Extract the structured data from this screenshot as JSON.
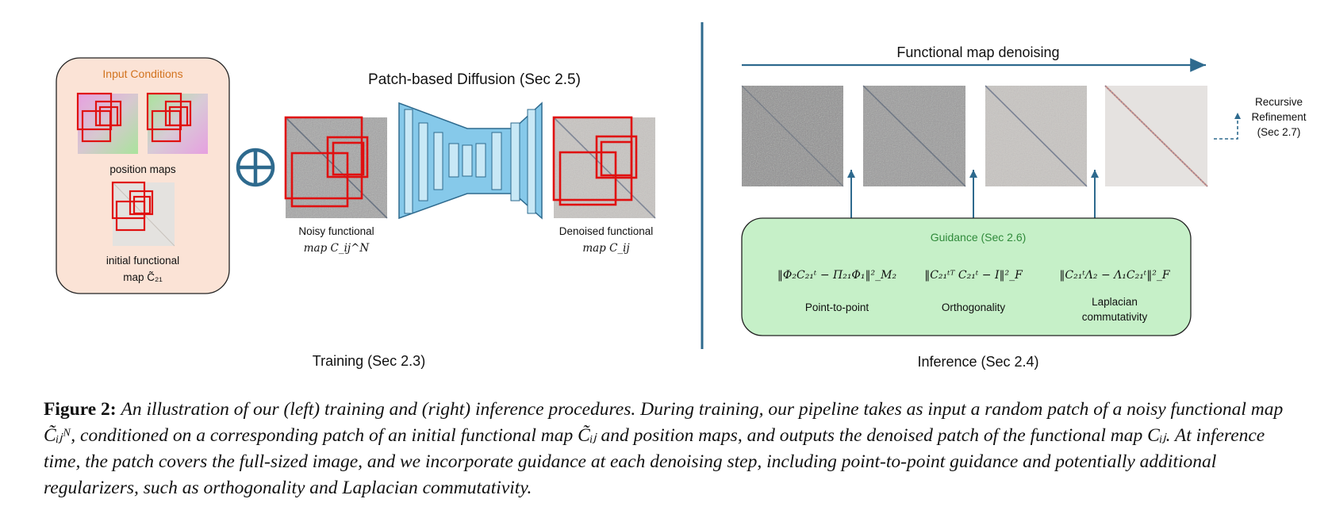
{
  "left_panel": {
    "input_box_title": "Input Conditions",
    "position_maps_label": "position maps",
    "initial_map_label_line1": "initial functional",
    "initial_map_label_line2": "map C̃₂₁",
    "diffusion_title": "Patch-based Diffusion (Sec 2.5)",
    "noisy_label_line1": "Noisy functional",
    "noisy_label_line2": "map C_ij^N",
    "denoised_label_line1": "Denoised functional",
    "denoised_label_line2": "map C_ij",
    "section_label": "Training (Sec 2.3)"
  },
  "right_panel": {
    "arrow_title": "Functional map denoising",
    "recursive_line1": "Recursive",
    "recursive_line2": "Refinement",
    "recursive_line3": "(Sec 2.7)",
    "guidance_title": "Guidance (Sec 2.6)",
    "guidance_terms": [
      {
        "formula": "‖Φ₂C₂₁ᵗ − Π₂₁Φ₁‖²_M₂",
        "label_line1": "Point-to-point",
        "label_line2": ""
      },
      {
        "formula": "‖C₂₁ᵗᵀ C₂₁ᵗ − I‖²_F",
        "label_line1": "Orthogonality",
        "label_line2": ""
      },
      {
        "formula": "‖C₂₁ᵗΛ₂ − Λ₁C₂₁ᵗ‖²_F",
        "label_line1": "Laplacian",
        "label_line2": "commutativity"
      }
    ],
    "section_label": "Inference (Sec 2.4)"
  },
  "caption": {
    "label": "Figure 2:",
    "text": "An illustration of our (left) training and (right) inference procedures. During training, our pipeline takes as input a random patch of a noisy functional map C̃ᵢⱼᴺ, conditioned on a corresponding patch of an initial functional map C̃ᵢⱼ and position maps, and outputs the denoised patch of the functional map Cᵢⱼ. At inference time, the patch covers the full-sized image, and we incorporate guidance at each denoising step, including point-to-point guidance and potentially additional regularizers, such as orthogonality and Laplacian commutativity."
  },
  "colors": {
    "input_box_fill": "#fbe3d6",
    "input_box_title": "#d2731f",
    "guidance_fill": "#c6f0c8",
    "guidance_title": "#2f8a3a",
    "accent_blue": "#2e6a8e",
    "unet_fill": "#86c9ea",
    "patch_red": "#e01010"
  }
}
